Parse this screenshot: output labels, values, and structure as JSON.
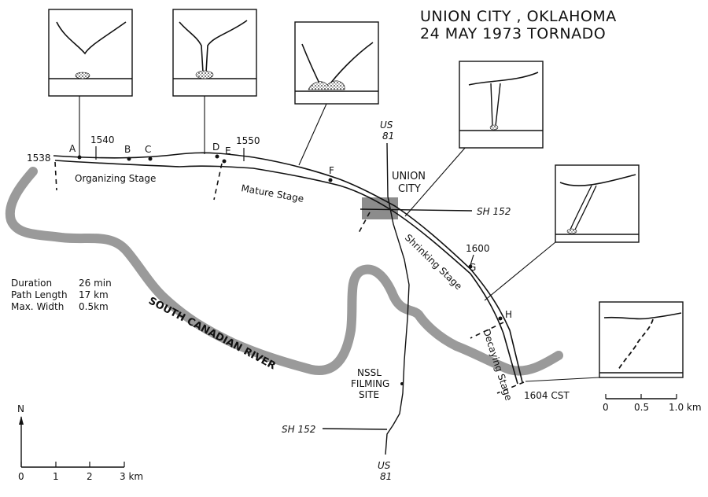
{
  "title": {
    "line1": "UNION CITY , OKLAHOMA",
    "line2": "24 MAY 1973  TORNADO"
  },
  "times": {
    "t1538": "1538",
    "t1540": "1540",
    "t1550": "1550",
    "t1600": "1600",
    "t1604": "1604 CST"
  },
  "points": {
    "A": "A",
    "B": "B",
    "C": "C",
    "D": "D",
    "E": "E",
    "F": "F",
    "G": "G",
    "H": "H"
  },
  "stages": {
    "organizing": "Organizing Stage",
    "mature": "Mature Stage",
    "shrinking": "Shrinking Stage",
    "decaying": "Decaying Stage"
  },
  "roads": {
    "us_top": "US",
    "us_top_num": "81",
    "us_bottom": "US",
    "us_bottom_num": "81",
    "sh_right": "SH 152",
    "sh_left": "SH 152"
  },
  "place": {
    "union": "UNION",
    "city": "CITY",
    "nssl1": "NSSL",
    "nssl2": "FILMING",
    "nssl3": "SITE"
  },
  "river": {
    "label": "SOUTH CANADIAN RIVER",
    "color": "#9a9a9a"
  },
  "stats": {
    "duration_label": "Duration",
    "duration_value": "26 min",
    "path_label": "Path Length",
    "path_value": "17 km",
    "width_label": "Max. Width",
    "width_value": "0.5km"
  },
  "north": {
    "label": "N"
  },
  "scale_main": {
    "ticks": [
      "0",
      "1",
      "2",
      "3 km"
    ]
  },
  "scale_inset": {
    "ticks": [
      "0",
      "0.5",
      "1.0 km"
    ]
  },
  "colors": {
    "ink": "#111111",
    "river": "#9a9a9a",
    "town": "#8c8c8c"
  }
}
